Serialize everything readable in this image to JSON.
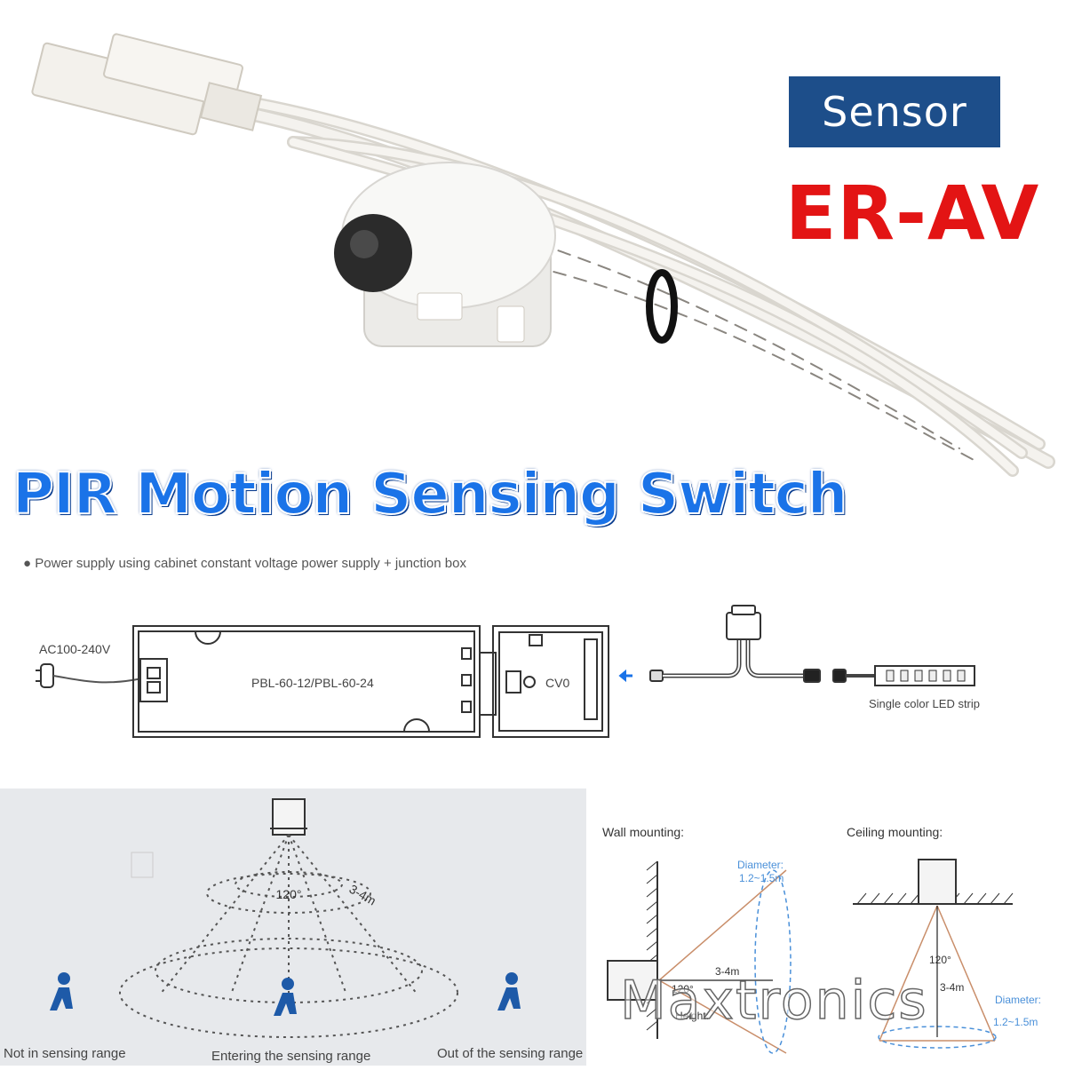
{
  "badge": {
    "label": "Sensor",
    "bg_color": "#1d4e8a"
  },
  "model": {
    "code": "ER-AV",
    "color": "#e31414"
  },
  "headline": {
    "text": "PIR Motion Sensing Switch",
    "color": "#1a73e8"
  },
  "wiring": {
    "note": "Power supply using cabinet constant voltage power supply + junction box",
    "input_label": "AC100-240V",
    "driver_label": "PBL-60-12/PBL-60-24",
    "junction_label": "CV0",
    "strip_label": "Single color LED strip"
  },
  "sensing": {
    "angle": "120°",
    "distance": "3-4m",
    "captions": [
      "Not in sensing range",
      "Entering the sensing range",
      "Out of the sensing range"
    ]
  },
  "mounting": {
    "wall_title": "Wall mounting:",
    "ceiling_title": "Ceiling mounting:",
    "diameter_label": "Diameter:",
    "diameter_value": "1.2~1.5m",
    "distance": "3-4m",
    "angle": "120°",
    "height_label": "Height:",
    "height_value": "3-4m"
  },
  "watermark": "Maxtronics"
}
